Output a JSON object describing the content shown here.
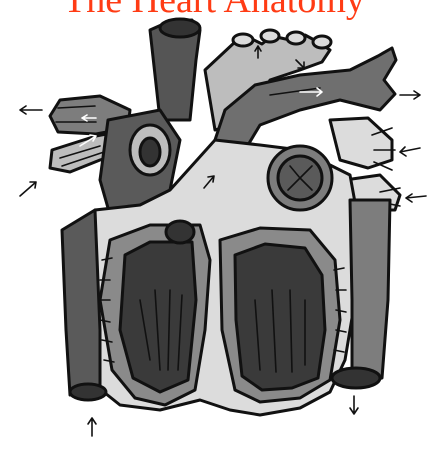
{
  "title": {
    "text": "The Heart Anatomy",
    "color": "#ff3b14"
  },
  "colors": {
    "background": "#ffffff",
    "outline": "#111111",
    "dark_gray": "#555555",
    "mid_gray": "#7d7d7d",
    "light_gray": "#bdbdbd",
    "pale_gray": "#dcdcdc",
    "chamber_dark": "#3a3a3a"
  },
  "blood_flow_arrows": [
    "left-outward",
    "left-lower-inward",
    "left-vessel-inward",
    "top-right-outward",
    "right-upper-inward",
    "right-lower-inward",
    "bottom-left-upward",
    "bottom-right-downward",
    "center-upward"
  ]
}
